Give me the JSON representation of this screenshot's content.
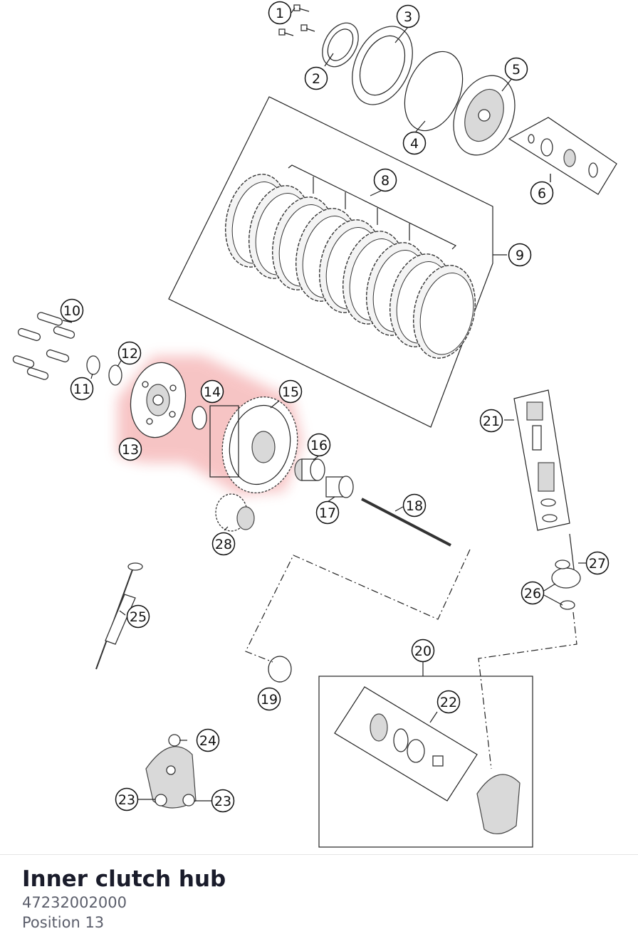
{
  "selected_part": {
    "name": "Inner clutch hub",
    "number": "47232002000",
    "position_label": "Position 13",
    "callout": "13"
  },
  "highlight_color": "#e8585a",
  "callouts": [
    "1",
    "2",
    "3",
    "4",
    "5",
    "6",
    "8",
    "9",
    "10",
    "11",
    "12",
    "13",
    "14",
    "15",
    "16",
    "17",
    "18",
    "19",
    "20",
    "21",
    "22",
    "23",
    "23",
    "24",
    "25",
    "26",
    "27",
    "28"
  ]
}
